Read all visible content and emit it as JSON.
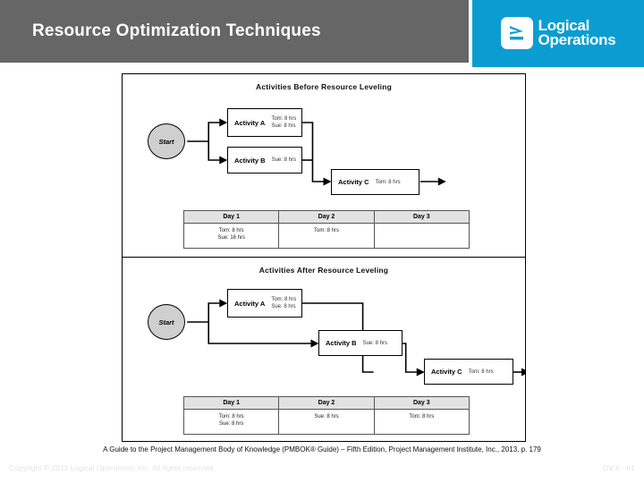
{
  "slide": {
    "title": "Resource Optimization Techniques",
    "brand": {
      "name_line1": "Logical",
      "name_line2": "Operations",
      "mark": "greater-than-equal-mark",
      "accent_color": "#0b9dd1",
      "header_color": "#666666"
    }
  },
  "diagram": {
    "before": {
      "title": "Activities Before Resource Leveling",
      "start_label": "Start",
      "nodes": [
        {
          "name": "Activity A",
          "resources": [
            "Tom: 8 hrs",
            "Sue: 8 hrs"
          ]
        },
        {
          "name": "Activity B",
          "resources": [
            "Sue: 8 hrs"
          ]
        },
        {
          "name": "Activity C",
          "resources": [
            "Tom: 8 hrs"
          ]
        }
      ],
      "table": {
        "headers": [
          "Day 1",
          "Day 2",
          "Day 3"
        ],
        "cells": [
          [
            "Tom: 8 hrs",
            "Sue: 16 hrs"
          ],
          [
            "Tom: 8 hrs"
          ],
          []
        ]
      }
    },
    "after": {
      "title": "Activities After Resource Leveling",
      "start_label": "Start",
      "nodes": [
        {
          "name": "Activity A",
          "resources": [
            "Tom: 8 hrs",
            "Sue: 8 hrs"
          ]
        },
        {
          "name": "Activity B",
          "resources": [
            "Sue: 8 hrs"
          ]
        },
        {
          "name": "Activity C",
          "resources": [
            "Tom: 8 hrs"
          ]
        }
      ],
      "table": {
        "headers": [
          "Day 1",
          "Day 2",
          "Day 3"
        ],
        "cells": [
          [
            "Tom: 8 hrs",
            "Sue: 8 hrs"
          ],
          [
            "Sue: 8 hrs"
          ],
          [
            "Tom: 8 hrs"
          ]
        ]
      }
    }
  },
  "footer": {
    "source": "A Guide to the Project Management Body of Knowledge (PMBOK® Guide) – Fifth Edition, Project Management Institute, Inc., 2013, p. 179",
    "copyright": "Copyright © 2013 Logical Operations, Inc. All rights reserved.",
    "slide_number": "OV 6 - 61"
  }
}
